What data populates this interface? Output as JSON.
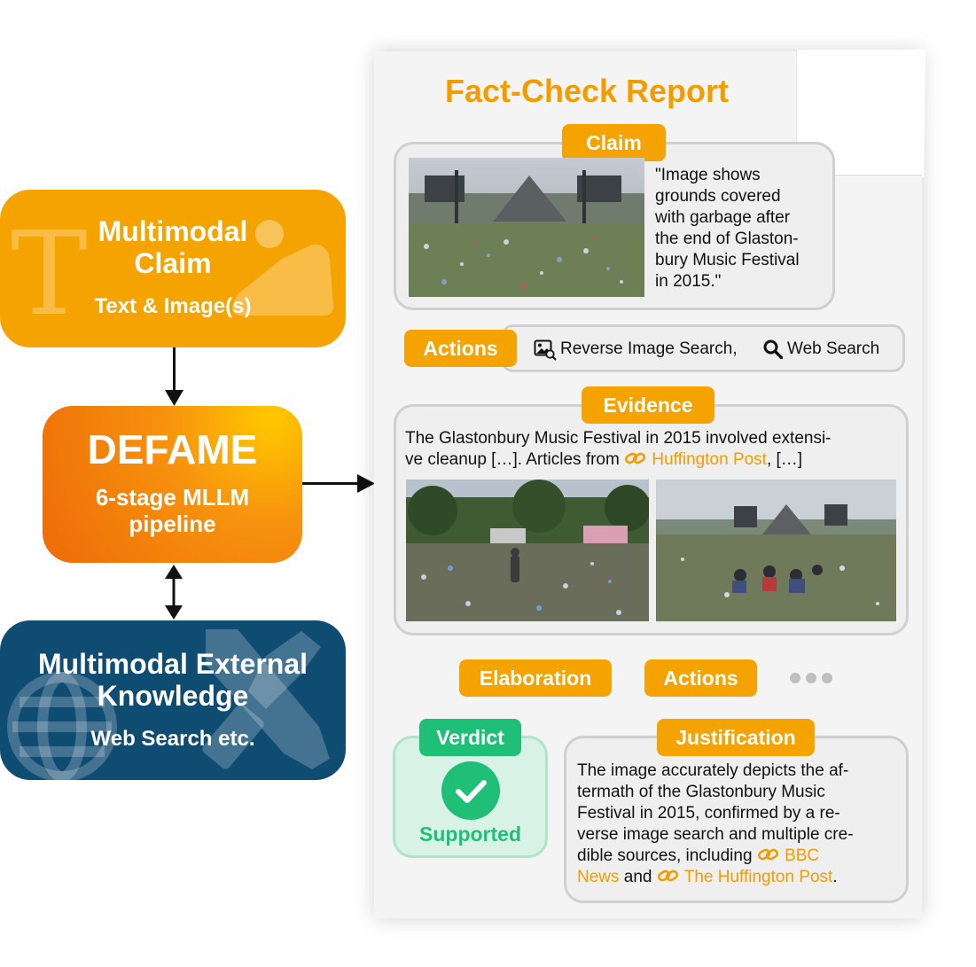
{
  "left": {
    "claim_box": {
      "title_line1": "Multimodal",
      "title_line2": "Claim",
      "subtitle": "Text & Image(s)",
      "color": "#f5a300"
    },
    "defame_box": {
      "title": "DEFAME",
      "subtitle_line1": "6-stage MLLM",
      "subtitle_line2": "pipeline",
      "color": "#ee6a07"
    },
    "knowledge_box": {
      "title_line1": "Multimodal External",
      "title_line2": "Knowledge",
      "subtitle": "Web Search etc.",
      "color": "#0f4c72"
    }
  },
  "report": {
    "title": "Fact-Check Report",
    "claim": {
      "label": "Claim",
      "lines": [
        "\"Image shows",
        "grounds covered",
        "with garbage after",
        "the end of Glaston-",
        "bury Music Festival",
        "in 2015.\""
      ]
    },
    "actions": {
      "label": "Actions",
      "reverse_search": "Reverse Image Search,",
      "web_search": "Web Search"
    },
    "evidence": {
      "label": "Evidence",
      "line1": "The Glastonbury Music Festival in 2015 involved extensi-",
      "line2_pre": "ve cleanup […]. Articles from",
      "line2_link": "Huffington Post",
      "line2_post": ", […]"
    },
    "next_steps": {
      "elaboration": "Elaboration",
      "actions": "Actions"
    },
    "verdict": {
      "label": "Verdict",
      "value": "Supported",
      "color": "#1fbf77"
    },
    "justification": {
      "label": "Justification",
      "lines": [
        "The image accurately depicts the af-",
        "termath of the Glastonbury Music",
        "Festival in 2015, confirmed by a re-",
        "verse image search and multiple cre-"
      ],
      "line5_pre": "dible sources, including",
      "link1a": "BBC",
      "link1b": "News",
      "line6_mid": "and",
      "link2": "The Huffington Post",
      "line6_post": "."
    }
  }
}
